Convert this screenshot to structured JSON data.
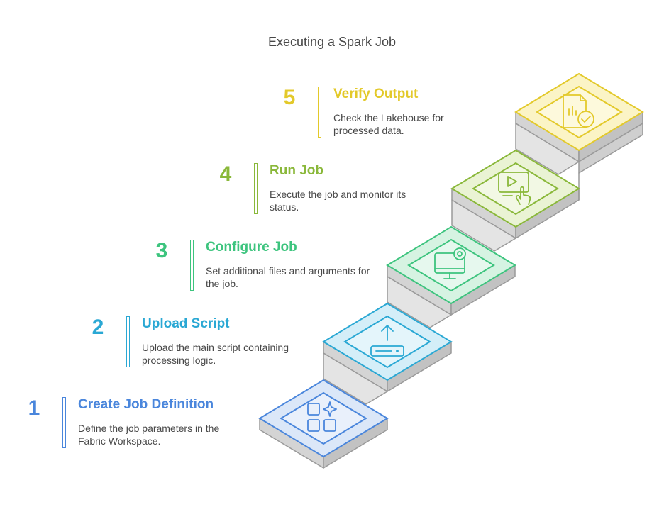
{
  "title": "Executing a Spark Job",
  "steps": [
    {
      "number": "1",
      "title": "Create Job Definition",
      "description": "Define the job parameters in the Fabric Workspace.",
      "color": "#4a86dc",
      "icon": "apps-sparkle-icon"
    },
    {
      "number": "2",
      "title": "Upload Script",
      "description": "Upload the main script containing processing logic.",
      "color": "#2aa8d4",
      "icon": "upload-icon"
    },
    {
      "number": "3",
      "title": "Configure Job",
      "description": "Set additional files and arguments for the job.",
      "color": "#3dc47e",
      "icon": "monitor-gear-icon"
    },
    {
      "number": "4",
      "title": "Run Job",
      "description": "Execute the job and monitor its status.",
      "color": "#8ab83a",
      "icon": "play-touch-icon"
    },
    {
      "number": "5",
      "title": "Verify Output",
      "description": "Check the Lakehouse for processed data.",
      "color": "#e3c92a",
      "icon": "report-check-icon"
    }
  ]
}
